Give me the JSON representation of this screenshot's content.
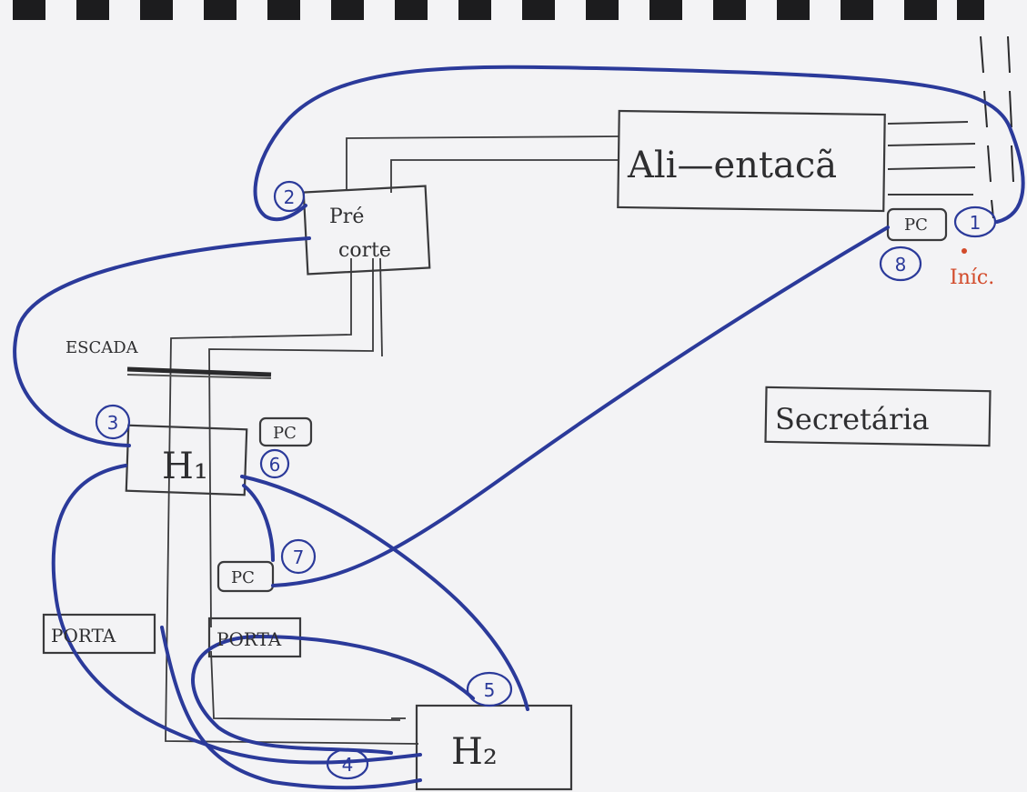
{
  "labels": {
    "alimentacao": "Ali—entacã",
    "pre_corte_line1": "Pré",
    "pre_corte_line2": "corte",
    "escada": "ESCADA",
    "h1": "H₁",
    "h2": "H₂",
    "secretaria": "Secretária",
    "porta_left": "PORTA",
    "porta_right": "PORTA",
    "pc_top_right": "PC",
    "pc_near_h1": "PC",
    "pc_middle": "PC",
    "inicio": "Iníc."
  },
  "points": [
    "1",
    "2",
    "3",
    "4",
    "5",
    "6",
    "7",
    "8"
  ],
  "colors": {
    "paper": "#f4f4f6",
    "ink": "#3a3a3c",
    "cable": "#2b3a9a",
    "start_marker": "#d24a2a"
  }
}
